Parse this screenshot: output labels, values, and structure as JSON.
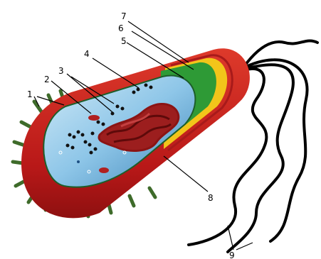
{
  "diagram": {
    "labels": [
      {
        "id": "1",
        "text": "1"
      },
      {
        "id": "2",
        "text": "2"
      },
      {
        "id": "3",
        "text": "3"
      },
      {
        "id": "4",
        "text": "4"
      },
      {
        "id": "5",
        "text": "5"
      },
      {
        "id": "6",
        "text": "6"
      },
      {
        "id": "7",
        "text": "7"
      },
      {
        "id": "8",
        "text": "8"
      },
      {
        "id": "9",
        "text": "9"
      }
    ],
    "colors": {
      "capsule": "#c81e1e",
      "capsule_dark": "#8e1010",
      "cell_wall": "#f2c51a",
      "membrane": "#2e9a36",
      "cytoplasm": "#8ec6e8",
      "nucleoid": "#8b1414",
      "ribosome": "#111111",
      "pili": "#3e6b2a",
      "flagella": "#000000"
    }
  }
}
